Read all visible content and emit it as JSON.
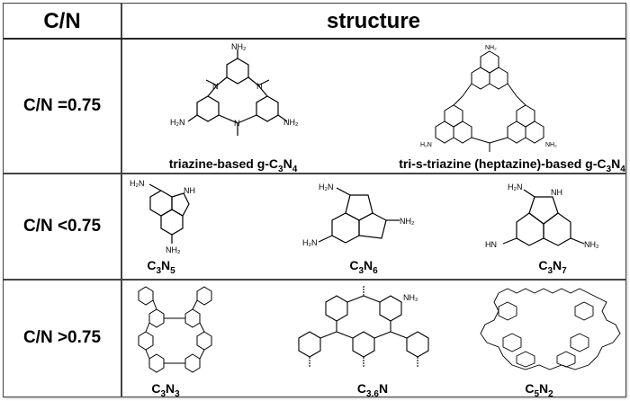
{
  "table": {
    "headers": {
      "col1": "C/N",
      "col2": "structure"
    },
    "rows": [
      {
        "label": "C/N =0.75",
        "structures": [
          {
            "name_pre": "triazine-based g-C",
            "sub1": "3",
            "mid": "N",
            "sub2": "4",
            "post": ""
          },
          {
            "name_pre": "tri-s-triazine (heptazine)-based g-C",
            "sub1": "3",
            "mid": "N",
            "sub2": "4",
            "post": ""
          }
        ]
      },
      {
        "label": "C/N <0.75",
        "structures": [
          {
            "name_pre": "C",
            "sub1": "3",
            "mid": "N",
            "sub2": "5"
          },
          {
            "name_pre": "C",
            "sub1": "3",
            "mid": "N",
            "sub2": "6"
          },
          {
            "name_pre": "C",
            "sub1": "3",
            "mid": "N",
            "sub2": "7"
          }
        ]
      },
      {
        "label": "C/N >0.75",
        "structures": [
          {
            "name_pre": "C",
            "sub1": "3",
            "mid": "N",
            "sub2": "3"
          },
          {
            "name_pre": "C",
            "sub1": "3.6",
            "mid": "N",
            "sub2": ""
          },
          {
            "name_pre": "C",
            "sub1": "5",
            "mid": "N",
            "sub2": "2"
          }
        ]
      }
    ],
    "atom_labels": {
      "amine": "NH2",
      "n": "N",
      "nh": "NH",
      "hn": "HN"
    }
  }
}
